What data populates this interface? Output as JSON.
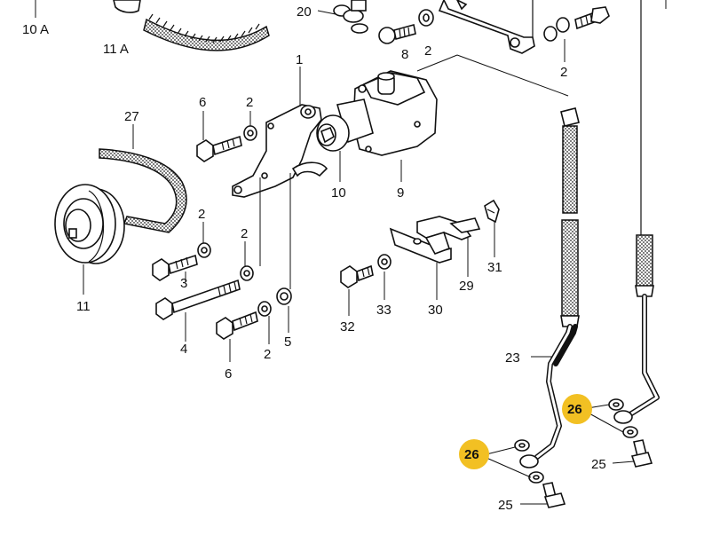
{
  "callouts": [
    {
      "id": "c-10a",
      "text": "10 A"
    },
    {
      "id": "c-11a",
      "text": "11 A"
    },
    {
      "id": "c-20",
      "text": "20"
    },
    {
      "id": "c-8",
      "text": "8"
    },
    {
      "id": "c-2-top",
      "text": "2"
    },
    {
      "id": "c-2-topright",
      "text": "2"
    },
    {
      "id": "c-1",
      "text": "1"
    },
    {
      "id": "c-27",
      "text": "27"
    },
    {
      "id": "c-6-top",
      "text": "6"
    },
    {
      "id": "c-2-bracket",
      "text": "2"
    },
    {
      "id": "c-10",
      "text": "10"
    },
    {
      "id": "c-9",
      "text": "9"
    },
    {
      "id": "c-2-a",
      "text": "2"
    },
    {
      "id": "c-2-b",
      "text": "2"
    },
    {
      "id": "c-3",
      "text": "3"
    },
    {
      "id": "c-11",
      "text": "11"
    },
    {
      "id": "c-4",
      "text": "4"
    },
    {
      "id": "c-6-bottom",
      "text": "6"
    },
    {
      "id": "c-2-c",
      "text": "2"
    },
    {
      "id": "c-5",
      "text": "5"
    },
    {
      "id": "c-32",
      "text": "32"
    },
    {
      "id": "c-33",
      "text": "33"
    },
    {
      "id": "c-30",
      "text": "30"
    },
    {
      "id": "c-29",
      "text": "29"
    },
    {
      "id": "c-31",
      "text": "31"
    },
    {
      "id": "c-23",
      "text": "23"
    },
    {
      "id": "c-25-right",
      "text": "25"
    },
    {
      "id": "c-25-left",
      "text": "25"
    }
  ],
  "highlighted_callouts": [
    {
      "id": "h-26-right",
      "text": "26"
    },
    {
      "id": "h-26-left",
      "text": "26"
    }
  ],
  "colors": {
    "highlight": "#f2c023",
    "ink": "#111111",
    "background": "#ffffff"
  }
}
